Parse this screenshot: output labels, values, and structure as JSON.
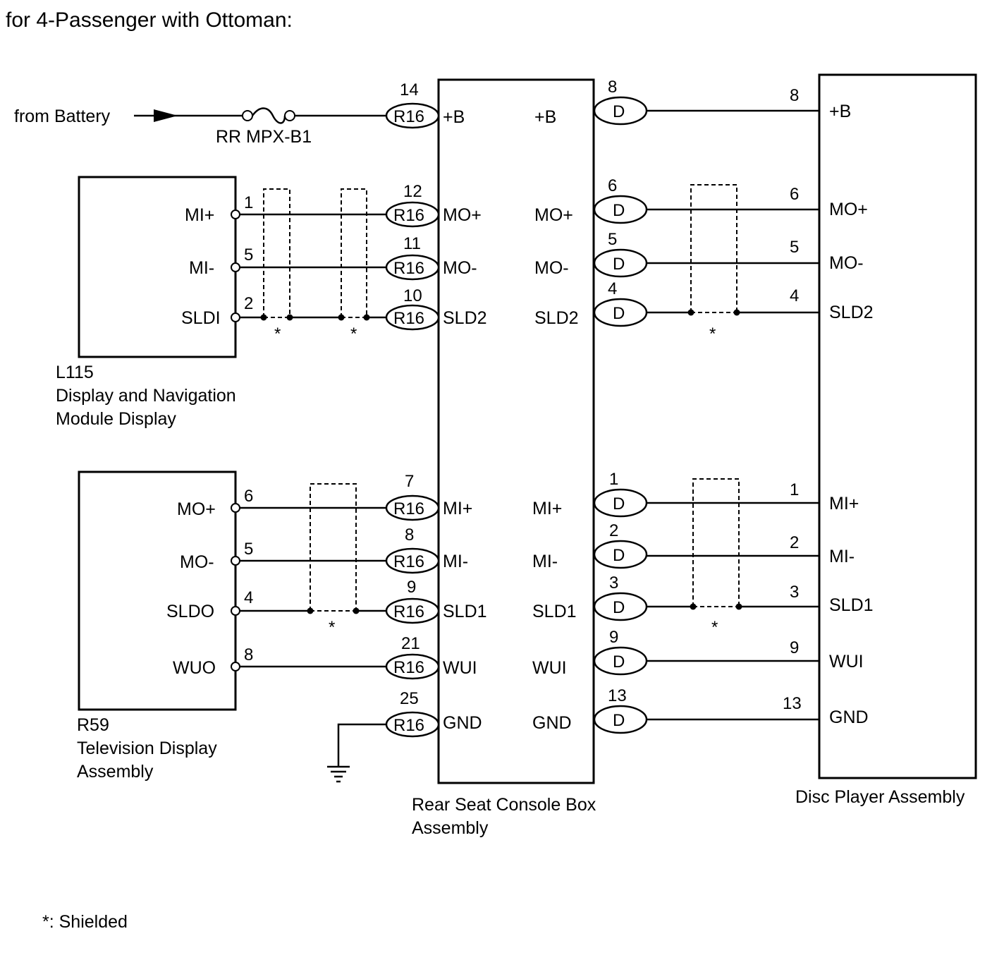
{
  "title": "for 4-Passenger with Ottoman:",
  "note": "*: Shielded",
  "battery": {
    "label": "from Battery",
    "fuse": "RR MPX-B1"
  },
  "shield_mark": "*",
  "components": {
    "l115": {
      "code": "L115",
      "name_line1": "Display and Navigation",
      "name_line2": "Module Display"
    },
    "r59": {
      "code": "R59",
      "name_line1": "Television Display",
      "name_line2": "Assembly"
    },
    "console": {
      "name_line1": "Rear Seat Console Box",
      "name_line2": "Assembly"
    },
    "disc": {
      "name": "Disc Player Assembly"
    }
  },
  "connectors": {
    "console_left": "R16",
    "console_right": "D"
  },
  "l115_pins": [
    {
      "terminal": "MI+",
      "pin": "1"
    },
    {
      "terminal": "MI-",
      "pin": "5"
    },
    {
      "terminal": "SLDI",
      "pin": "2"
    }
  ],
  "r59_pins": [
    {
      "terminal": "MO+",
      "pin": "6"
    },
    {
      "terminal": "MO-",
      "pin": "5"
    },
    {
      "terminal": "SLDO",
      "pin": "4"
    },
    {
      "terminal": "WUO",
      "pin": "8"
    }
  ],
  "console_rows": [
    {
      "left_pin": "14",
      "left_term": "+B",
      "right_term": "+B",
      "right_pin": "8"
    },
    {
      "left_pin": "12",
      "left_term": "MO+",
      "right_term": "MO+",
      "right_pin": "6"
    },
    {
      "left_pin": "11",
      "left_term": "MO-",
      "right_term": "MO-",
      "right_pin": "5"
    },
    {
      "left_pin": "10",
      "left_term": "SLD2",
      "right_term": "SLD2",
      "right_pin": "4"
    },
    {
      "left_pin": "7",
      "left_term": "MI+",
      "right_term": "MI+",
      "right_pin": "1"
    },
    {
      "left_pin": "8",
      "left_term": "MI-",
      "right_term": "MI-",
      "right_pin": "2"
    },
    {
      "left_pin": "9",
      "left_term": "SLD1",
      "right_term": "SLD1",
      "right_pin": "3"
    },
    {
      "left_pin": "21",
      "left_term": "WUI",
      "right_term": "WUI",
      "right_pin": "9"
    },
    {
      "left_pin": "25",
      "left_term": "GND",
      "right_term": "GND",
      "right_pin": "13"
    }
  ],
  "disc_pins": [
    {
      "terminal": "+B",
      "pin": "8"
    },
    {
      "terminal": "MO+",
      "pin": "6"
    },
    {
      "terminal": "MO-",
      "pin": "5"
    },
    {
      "terminal": "SLD2",
      "pin": "4"
    },
    {
      "terminal": "MI+",
      "pin": "1"
    },
    {
      "terminal": "MI-",
      "pin": "2"
    },
    {
      "terminal": "SLD1",
      "pin": "3"
    },
    {
      "terminal": "WUI",
      "pin": "9"
    },
    {
      "terminal": "GND",
      "pin": "13"
    }
  ]
}
